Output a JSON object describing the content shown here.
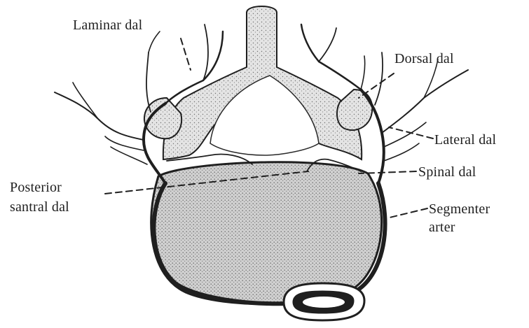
{
  "labels": {
    "laminar_branch": "Laminar dal",
    "dorsal_branch": "Dorsal dal",
    "lateral_branch": "Lateral dal",
    "spinal_branch": "Spinal dal",
    "posterior_central_line1": "Posterior",
    "posterior_central_line2": "santral dal",
    "segmental_artery_line1": "Segmenter",
    "segmental_artery_line2": "arter"
  },
  "colors": {
    "ink": "#1f1f1f",
    "bone_fill": "#d9d9d9",
    "paper": "#ffffff"
  }
}
